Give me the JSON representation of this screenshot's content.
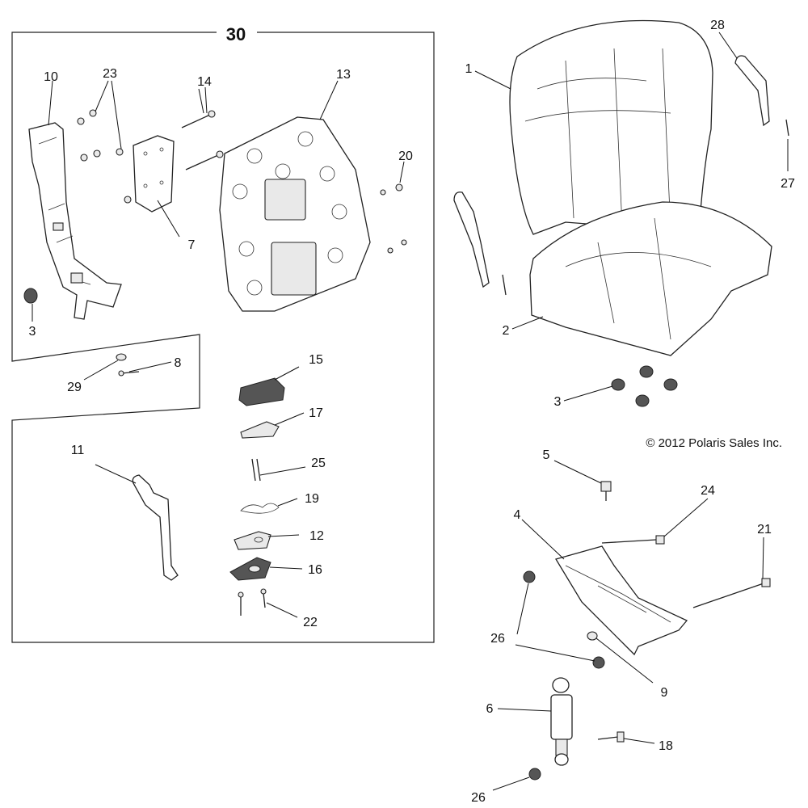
{
  "diagram": {
    "group_label": "30",
    "copyright": "© 2012 Polaris Sales Inc.",
    "callouts": {
      "c1": "1",
      "c2": "2",
      "c3a": "3",
      "c3b": "3",
      "c4": "4",
      "c5": "5",
      "c6": "6",
      "c7": "7",
      "c8": "8",
      "c9": "9",
      "c10": "10",
      "c11": "11",
      "c12": "12",
      "c13": "13",
      "c14": "14",
      "c15": "15",
      "c16": "16",
      "c17": "17",
      "c18": "18",
      "c19": "19",
      "c20": "20",
      "c21": "21",
      "c22": "22",
      "c23": "23",
      "c24": "24",
      "c25": "25",
      "c26a": "26",
      "c26b": "26",
      "c27": "27",
      "c28": "28",
      "c29": "29"
    }
  }
}
